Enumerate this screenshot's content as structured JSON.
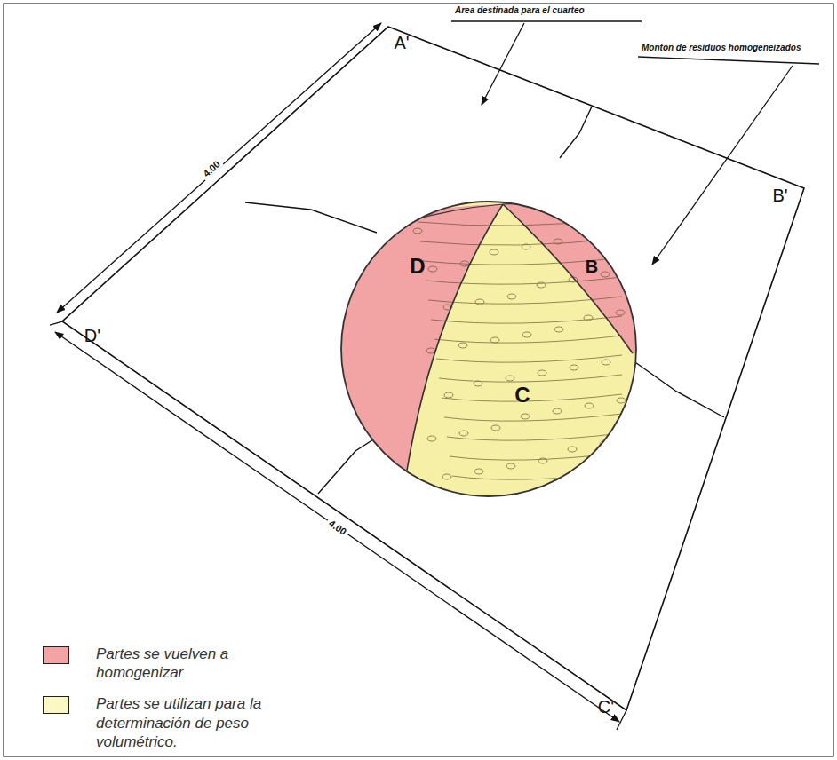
{
  "diagram": {
    "labels": [
      "Area destinada para el cuarteo",
      "Montón de residuos homogeneizados",
      "A'",
      "B'",
      "D'",
      "C'",
      "4.00",
      "4.00",
      "D",
      "B",
      "C"
    ],
    "legend": [
      {
        "text": "Partes se vuelven a homogenizar",
        "color": "#f2a3a3"
      },
      {
        "text": "Partes se utilizan para la determinación de peso volumétrico.",
        "color": "#fcf8c4"
      }
    ]
  }
}
